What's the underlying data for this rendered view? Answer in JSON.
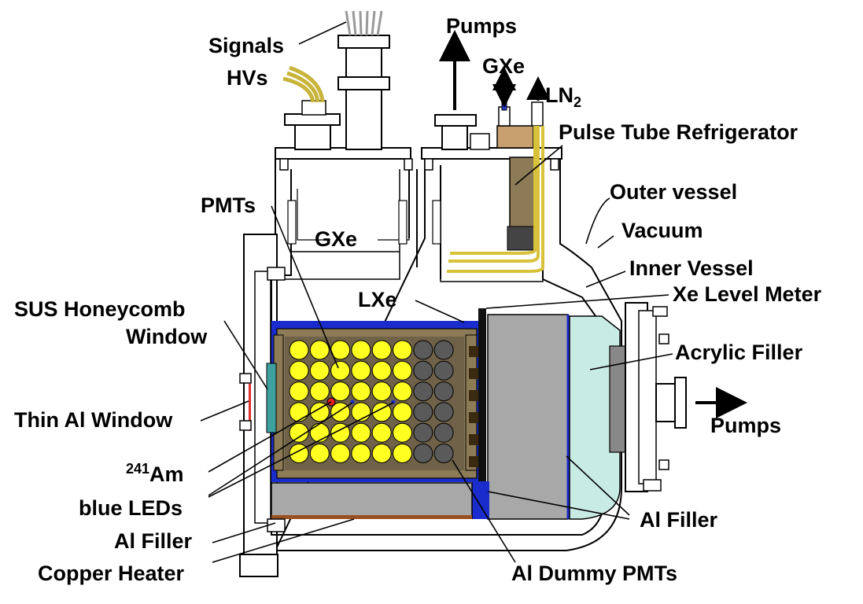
{
  "labels": {
    "signals": "Signals",
    "hvs": "HVs",
    "pumps_top": "Pumps",
    "gxe_top": "GXe",
    "ln2_main": "LN",
    "ln2_sub": "2",
    "pulse_tube": "Pulse Tube Refrigerator",
    "outer_vessel": "Outer vessel",
    "vacuum": "Vacuum",
    "inner_vessel": "Inner Vessel",
    "level_meter": "Xe Level Meter",
    "acrylic": "Acrylic Filler",
    "pumps_right": "Pumps",
    "al_filler_right": "Al Filler",
    "al_dummy": "Al Dummy PMTs",
    "copper_heater": "Copper Heater",
    "al_filler_left": "Al Filler",
    "blue_leds": "blue LEDs",
    "am_sup": "241",
    "am_main": "Am",
    "thin_al": "Thin Al Window",
    "sus_line1": "SUS Honeycomb",
    "sus_line2": "Window",
    "pmts": "PMTs",
    "gxe_inner": "GXe",
    "lxe": "LXe"
  },
  "colors": {
    "pmt_yellow": "#ffff22",
    "dummy_gray": "#5a5a5a",
    "blue": "#1a2ccc",
    "brown": "#8c7b56",
    "acrylic": "#c8ece4",
    "filler_gray": "#a8a8a8",
    "cable_yellow": "#d8c23c",
    "source_red": "#e82020"
  },
  "icons": {
    "arrow": "arrow-icon",
    "pmt": "pmt-circle-icon"
  }
}
